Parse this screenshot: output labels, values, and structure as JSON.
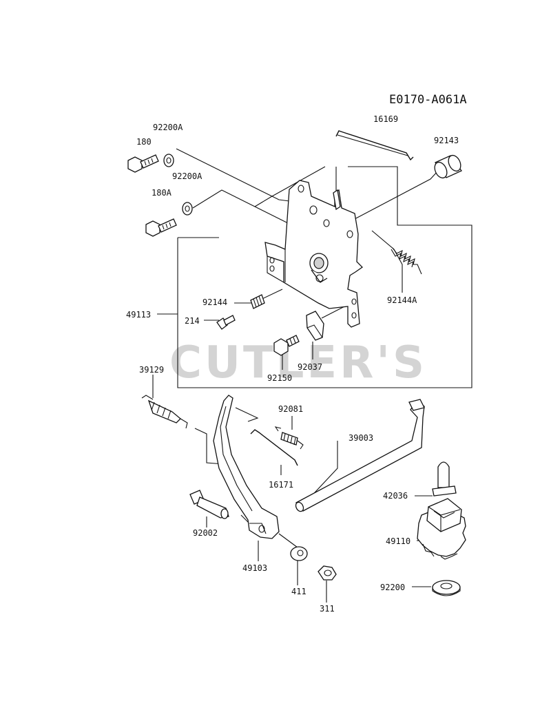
{
  "diagram_id": "E0170-A061A",
  "watermark": "CUTLER'S",
  "parts": {
    "p180": "180",
    "p92200A_top": "92200A",
    "p92200A_mid": "92200A",
    "p180A": "180A",
    "p16169": "16169",
    "p92143": "92143",
    "p49113": "49113",
    "p92144": "92144",
    "p92144A": "92144A",
    "p214": "214",
    "p92037": "92037",
    "p92150": "92150",
    "p39129": "39129",
    "p92081": "92081",
    "p39003": "39003",
    "p16171": "16171",
    "p42036": "42036",
    "p92002": "92002",
    "p49110": "49110",
    "p49103": "49103",
    "p92200": "92200",
    "p411": "411",
    "p311": "311"
  }
}
